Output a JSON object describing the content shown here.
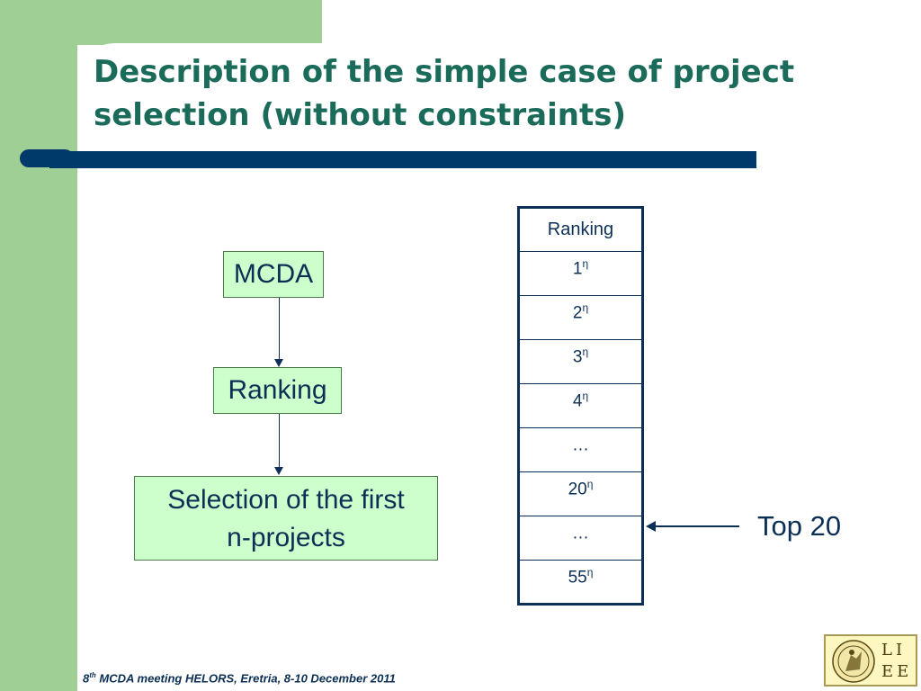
{
  "title": "Description of the simple case of project selection (without constraints)",
  "flow": {
    "box1": "MCDA",
    "box2": "Ranking",
    "box3": "Selection of the first\nn-projects"
  },
  "table": {
    "header": "Ranking",
    "rows": [
      {
        "num": "1",
        "suffix": "η"
      },
      {
        "num": "2",
        "suffix": "η"
      },
      {
        "num": "3",
        "suffix": "η"
      },
      {
        "num": "4",
        "suffix": "η"
      },
      {
        "num": "…",
        "suffix": ""
      },
      {
        "num": "20",
        "suffix": "η"
      },
      {
        "num": "…",
        "suffix": ""
      },
      {
        "num": "55",
        "suffix": "η"
      }
    ]
  },
  "annotation": "Top 20",
  "footer": {
    "sup_num": "8",
    "sup_text": "th",
    "text": " MCDA meeting HELORS, Eretria, 8-10 December 2011"
  },
  "logo": {
    "letters": "LI\nEE"
  },
  "colors": {
    "accent_green": "#9fcf94",
    "title_color": "#1b6b5a",
    "bar_navy": "#003a6b",
    "box_fill": "#ccffcc",
    "text_navy": "#0b2f55"
  }
}
